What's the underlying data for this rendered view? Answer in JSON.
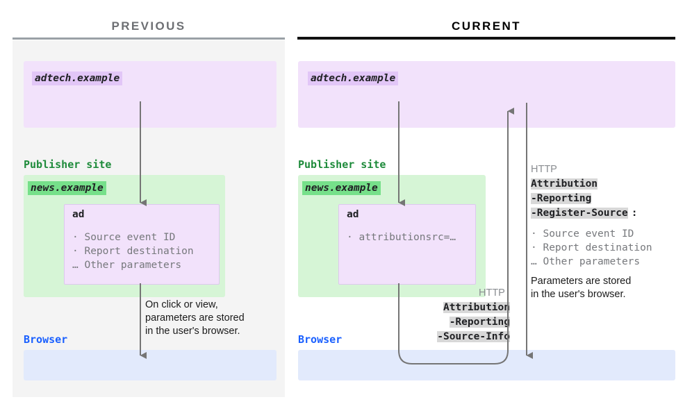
{
  "columns": {
    "previous": {
      "title": "PREVIOUS",
      "adtech_chip": "adtech.example",
      "publisher_label": "Publisher site",
      "publisher_chip": "news.example",
      "ad_title": "ad",
      "ad_params": "· Source event ID\n· Report destination\n… Other parameters",
      "browser_label": "Browser",
      "note": "On click or view,\nparameters are stored\nin the user's browser."
    },
    "current": {
      "title": "CURRENT",
      "adtech_chip": "adtech.example",
      "publisher_label": "Publisher site",
      "publisher_chip": "news.example",
      "ad_title": "ad",
      "ad_params": "· attributionsrc=…",
      "browser_label": "Browser",
      "note": "Parameters are stored\nin the user's browser.",
      "request_header": {
        "protocol_label": "HTTP",
        "line1": "Attribution",
        "line2": "-Reporting",
        "line3": "-Source-Info"
      },
      "response_header": {
        "protocol_label": "HTTP",
        "line1": "Attribution",
        "line2": "-Reporting",
        "line3": "-Register-Source",
        "colon": ":",
        "params": "· Source event ID\n· Report destination\n… Other parameters"
      }
    }
  },
  "colors": {
    "adtech_band": "#f2e2fb",
    "adtech_chip": "#e2c6f7",
    "publisher_band": "#d6f5d6",
    "publisher_chip": "#76e08a",
    "browser_band": "#e2eafc",
    "publisher_text": "#1e8b3b",
    "browser_text": "#1a60ff",
    "arrow": "#757575",
    "header_highlight": "#d8d8d8",
    "panel_bg": "#f4f4f4"
  }
}
